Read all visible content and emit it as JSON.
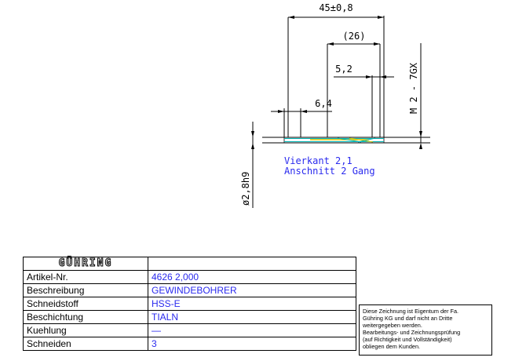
{
  "drawing": {
    "dimensions": {
      "overall_length": "45±0,8",
      "reference_length": "(26)",
      "thread_length": "5,2",
      "chamfer_length": "6,4",
      "shank_diameter": "ø2,8h9",
      "thread_spec": "M 2 - 7GX"
    },
    "notes": {
      "square": "Vierkant 2,1",
      "chamfer": "Anschnitt 2 Gang"
    },
    "colors": {
      "lines": "#000000",
      "notes": "#2a2aee",
      "tool_cyan": "#00b4b4",
      "tool_yellow": "#d8c800"
    }
  },
  "title_block": {
    "logo": "GÜHRING",
    "rows": [
      {
        "label": "Artikel-Nr.",
        "value": "4626 2,000"
      },
      {
        "label": "Beschreibung",
        "value": "GEWINDEBOHRER"
      },
      {
        "label": "Schneidstoff",
        "value": "HSS-E"
      },
      {
        "label": "Beschichtung",
        "value": "TIALN"
      },
      {
        "label": "Kuehlung",
        "value": "—"
      },
      {
        "label": "Schneiden",
        "value": "3"
      }
    ],
    "copyright_lines": [
      "Diese Zeichnung ist Eigentum der Fa.",
      "Gühring KG und darf nicht an Dritte",
      "weitergegeben werden.",
      "Bearbeitungs- und Zeichnungsprüfung",
      "(auf Richtigkeit und Vollständigkeit)",
      "obliegen dem Kunden."
    ]
  }
}
